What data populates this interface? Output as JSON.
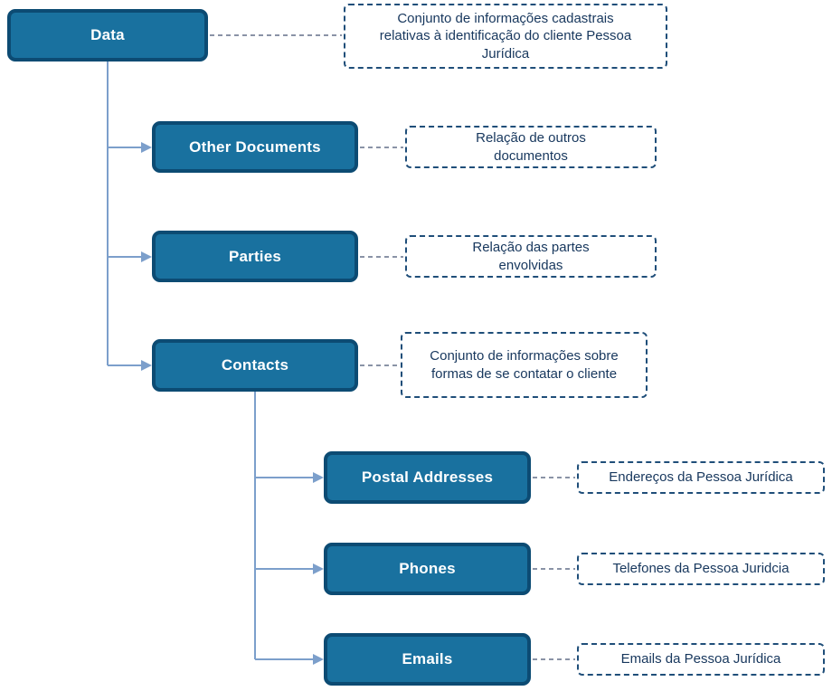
{
  "diagram": {
    "nodes": {
      "data": {
        "label": "Data"
      },
      "other_documents": {
        "label": "Other Documents"
      },
      "parties": {
        "label": "Parties"
      },
      "contacts": {
        "label": "Contacts"
      },
      "postal_addresses": {
        "label": "Postal Addresses"
      },
      "phones": {
        "label": "Phones"
      },
      "emails": {
        "label": "Emails"
      }
    },
    "notes": {
      "data": "Conjunto de informações cadastrais relativas à identificação do cliente Pessoa Jurídica",
      "other_documents": "Relação de outros documentos",
      "parties": "Relação das partes envolvidas",
      "contacts": "Conjunto de informações sobre formas de se contatar o cliente",
      "postal_addresses": "Endereços da Pessoa Jurídica",
      "phones": "Telefones da Pessoa Juridcia",
      "emails": "Emails da Pessoa Jurídica"
    },
    "colors": {
      "node_fill": "#19719F",
      "node_border": "#0C4B73",
      "node_text": "#FFFFFF",
      "note_border": "#1F4E79",
      "note_text": "#17375D",
      "tree_connector": "#7C9FCB",
      "note_connector": "#8A93A6",
      "background": "#FFFFFF"
    }
  }
}
